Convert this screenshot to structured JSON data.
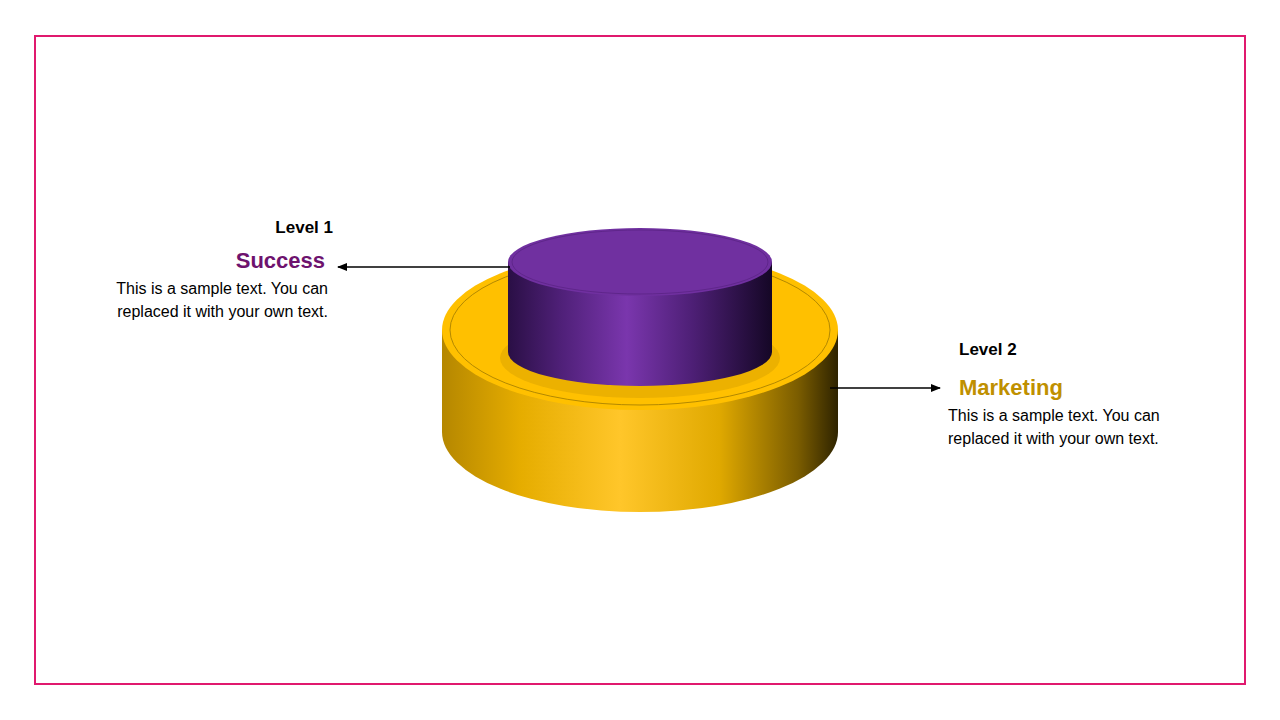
{
  "diagram": {
    "labels": [
      "Level 1",
      "Success",
      "This is a sample text. You can replaced it with your own text.",
      "Level 2",
      "Marketing",
      "This is a sample text. You can replaced it with your own text."
    ]
  }
}
